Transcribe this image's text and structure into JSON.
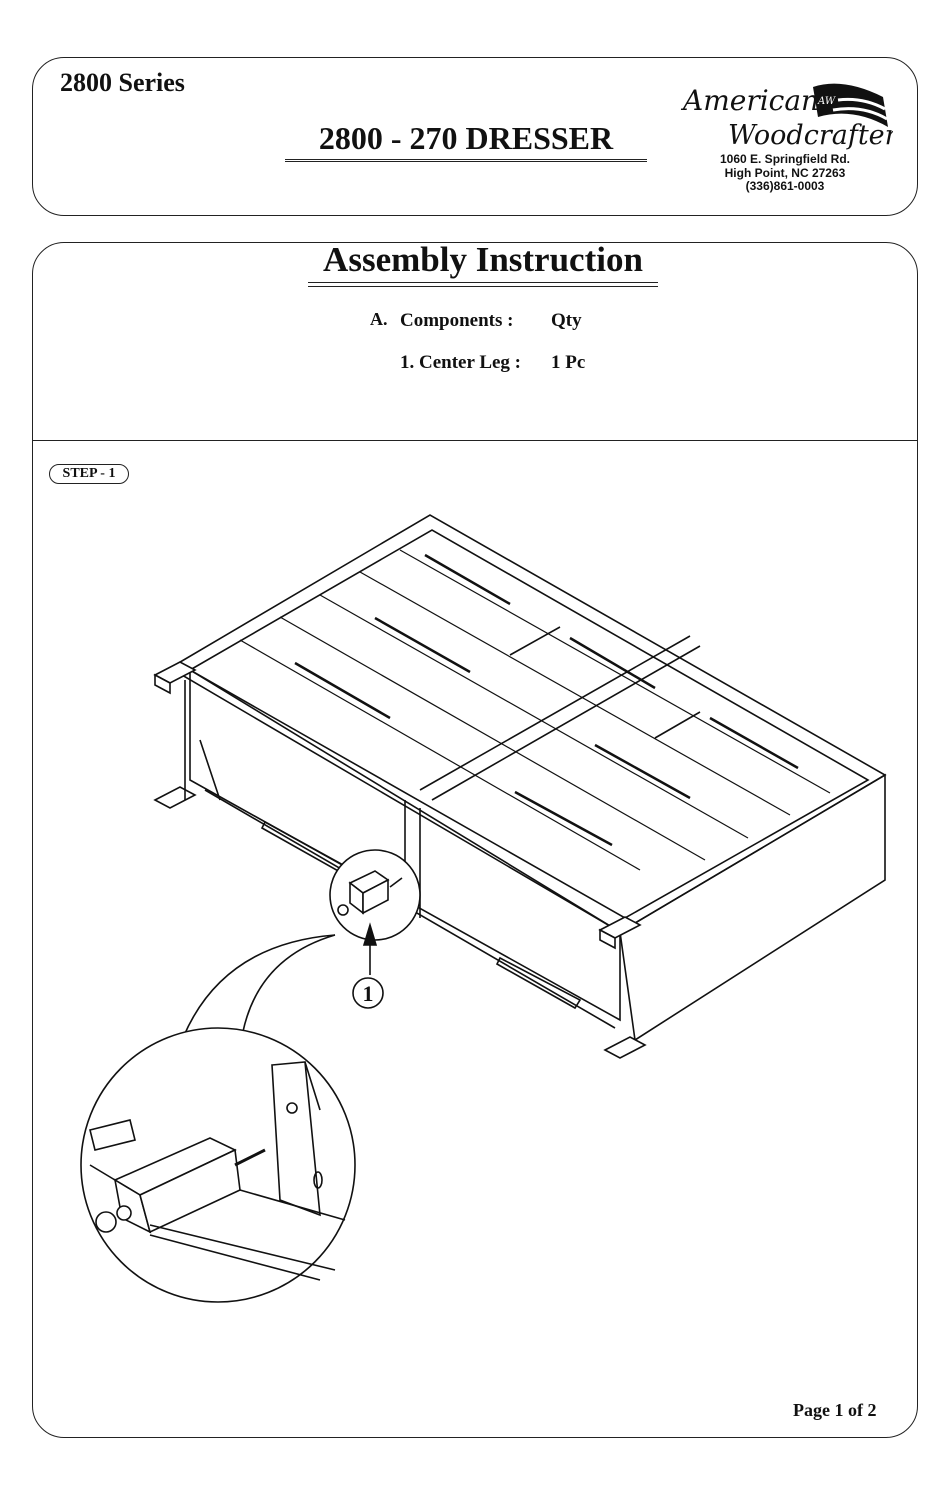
{
  "header": {
    "series": "2800 Series",
    "product_title": "2800 - 270 DRESSER",
    "logo": {
      "line1": "American",
      "line2": "Woodcrafters",
      "badge": "AW"
    },
    "address": [
      "1060 E. Springfield Rd.",
      "High Point, NC 27263",
      "(336)861-0003"
    ]
  },
  "instructions": {
    "heading": "Assembly Instruction",
    "section_letter": "A.",
    "components_label": "Components :",
    "qty_label": "Qty",
    "components": [
      {
        "name": "1. Center Leg :",
        "qty": "1 Pc"
      }
    ]
  },
  "step": {
    "label": "STEP - 1",
    "callout_number": "1"
  },
  "footer": {
    "page": "Page 1 of 2"
  }
}
